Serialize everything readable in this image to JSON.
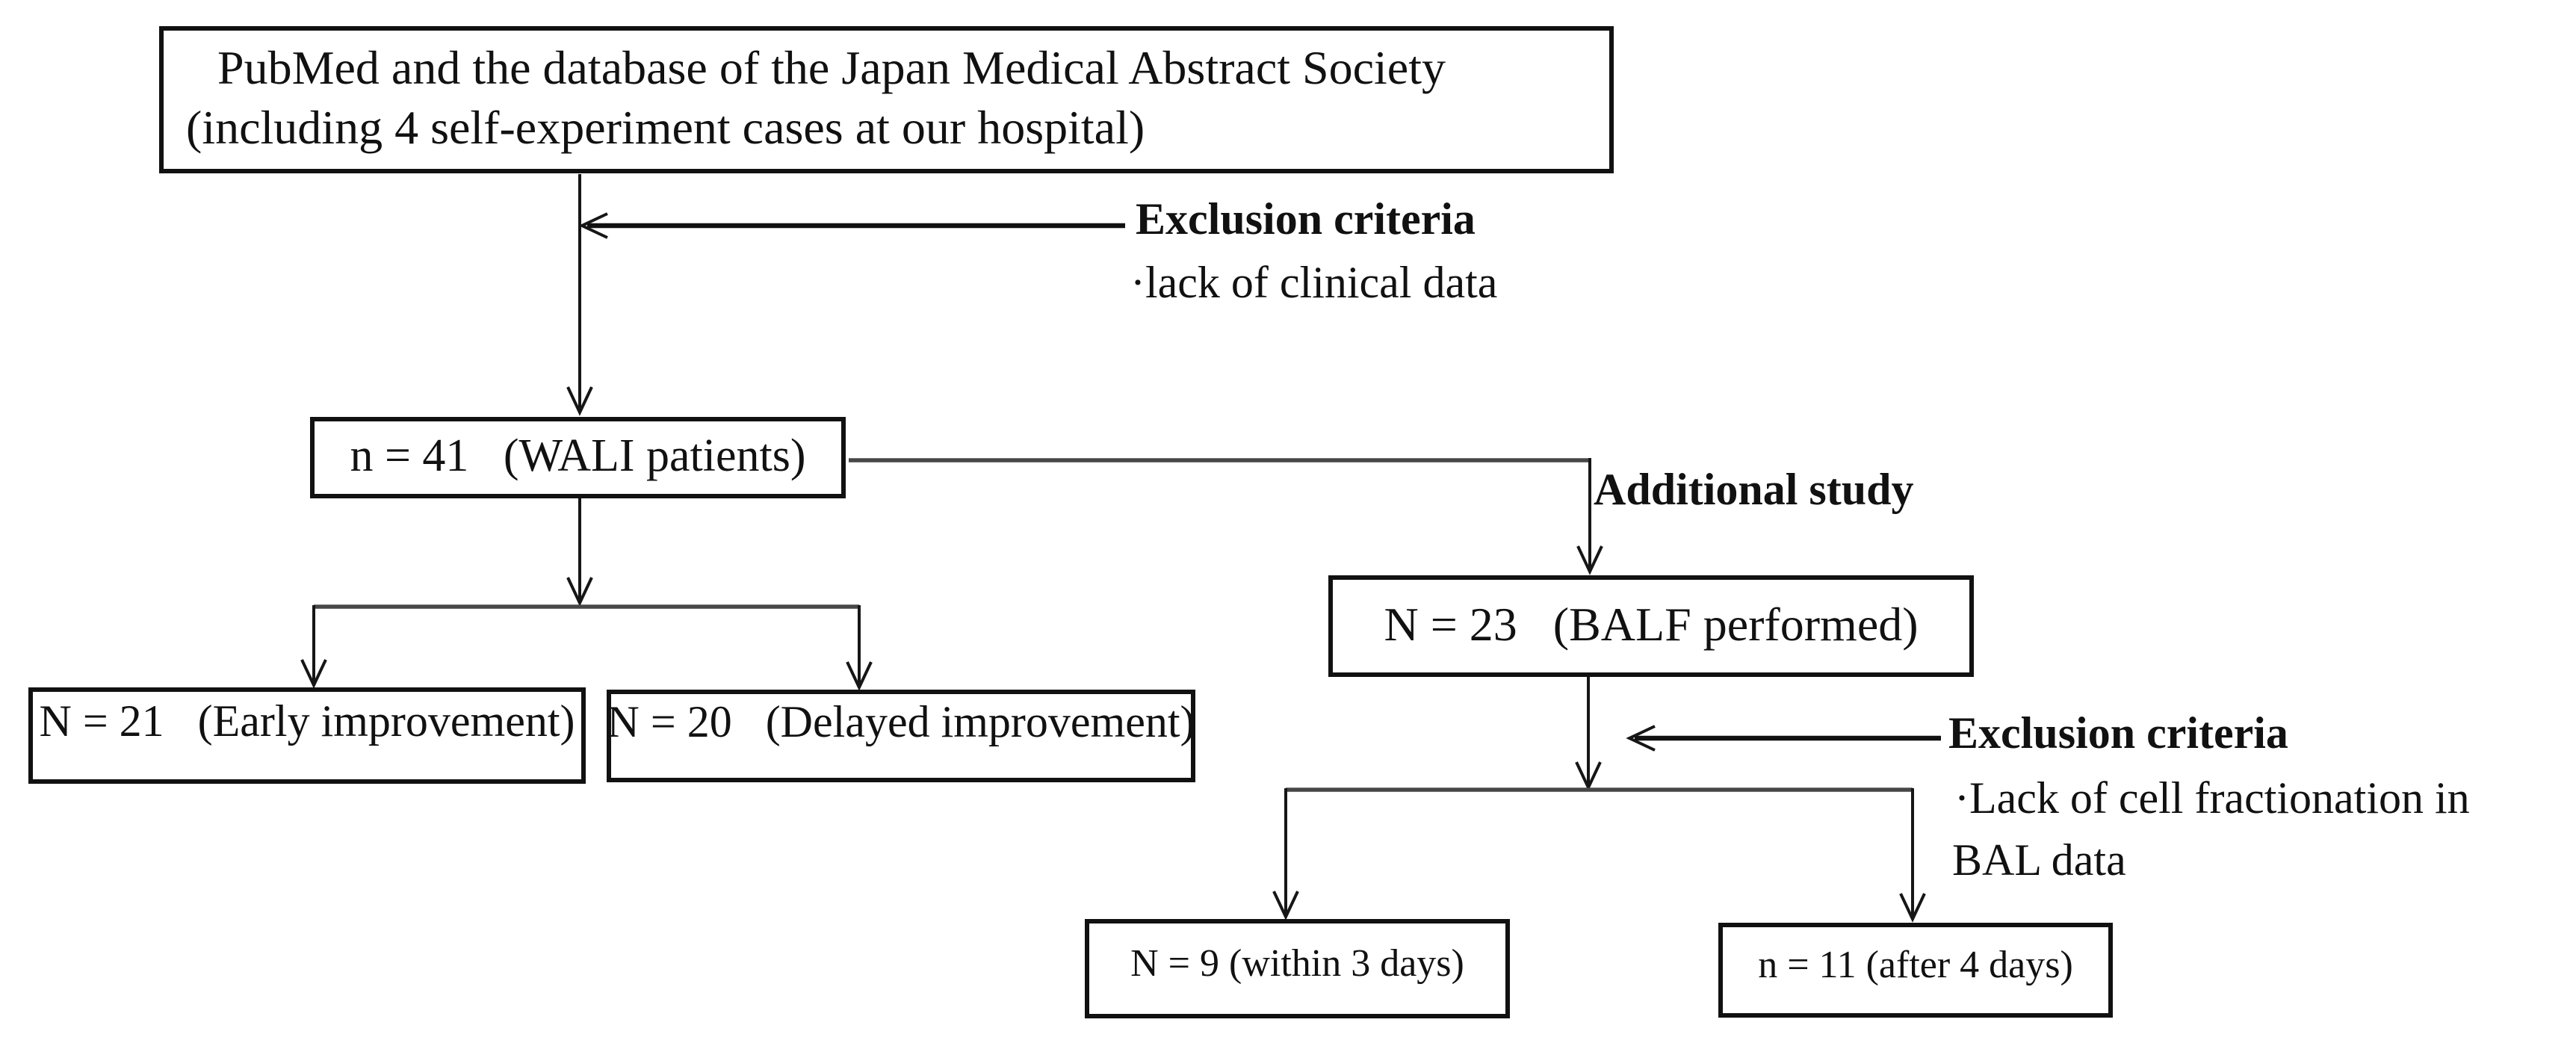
{
  "diagram": {
    "background_color": "#ffffff",
    "line_color": "#161616",
    "branch_line_color": "#474747",
    "nodes": {
      "source": {
        "line1": "PubMed and the database of the Japan Medical Abstract Society",
        "line2": "(including 4 self-experiment cases at our hospital)"
      },
      "wali": {
        "label": "n = 41   (WALI patients)"
      },
      "balf": {
        "label": "N = 23   (BALF performed)"
      },
      "early": {
        "label": "N = 21   (Early improvement)"
      },
      "delayed": {
        "label": "N = 20   (Delayed improvement)"
      },
      "within3": {
        "label": "N = 9 (within 3 days)"
      },
      "after4": {
        "label": "n = 11 (after 4 days)"
      }
    },
    "annotations": {
      "exclusion1": {
        "title": "Exclusion criteria",
        "item": "·lack of clinical data"
      },
      "additional_study": {
        "title": "Additional study"
      },
      "exclusion2": {
        "title": "Exclusion criteria",
        "item_line1": "·Lack of cell fractionation in",
        "item_line2": "BAL data"
      }
    }
  }
}
